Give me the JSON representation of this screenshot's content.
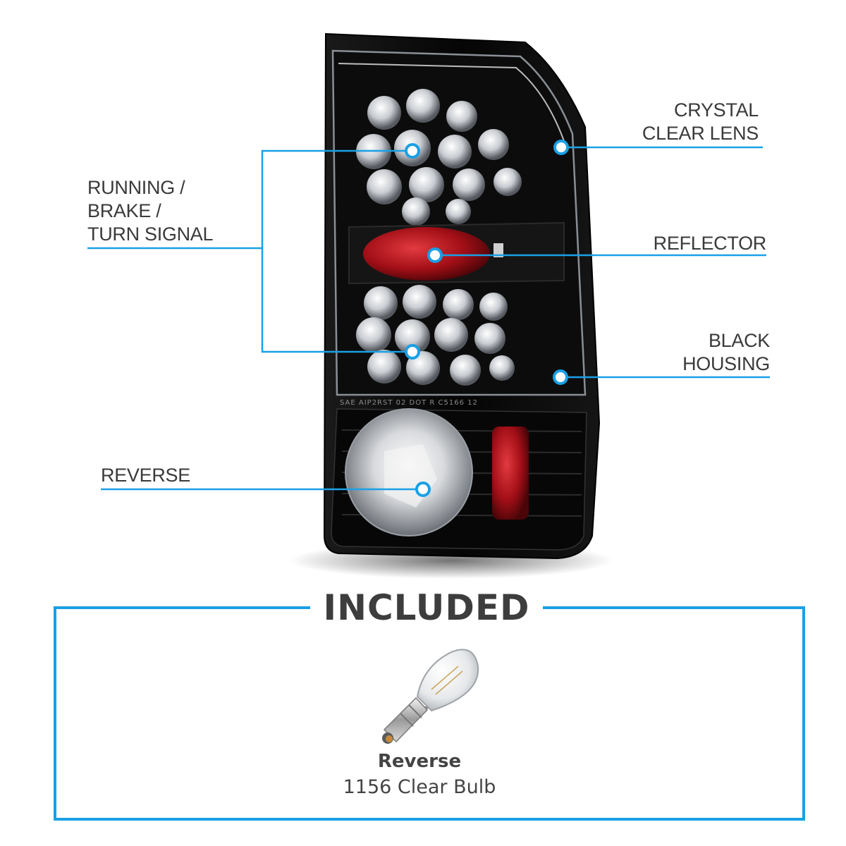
{
  "colors": {
    "accent": "#1aa0e6",
    "text": "#3a3a3a",
    "housing": "#0a0a0a",
    "reflector": "#b8141c"
  },
  "callouts": {
    "running": {
      "lines": [
        "RUNNING /",
        "BRAKE /",
        "TURN SIGNAL"
      ]
    },
    "reverse": {
      "lines": [
        "REVERSE"
      ]
    },
    "crystal_lens": {
      "lines": [
        "CRYSTAL",
        "CLEAR LENS"
      ]
    },
    "reflector": {
      "lines": [
        "REFLECTOR"
      ]
    },
    "housing": {
      "lines": [
        "BLACK",
        "HOUSING"
      ]
    }
  },
  "included": {
    "heading": "INCLUDED",
    "bulb_name": "Reverse",
    "bulb_description": "1156 Clear Bulb"
  },
  "lens_marking": "SAE AIP2RST 02 DOT R     C5166 12"
}
